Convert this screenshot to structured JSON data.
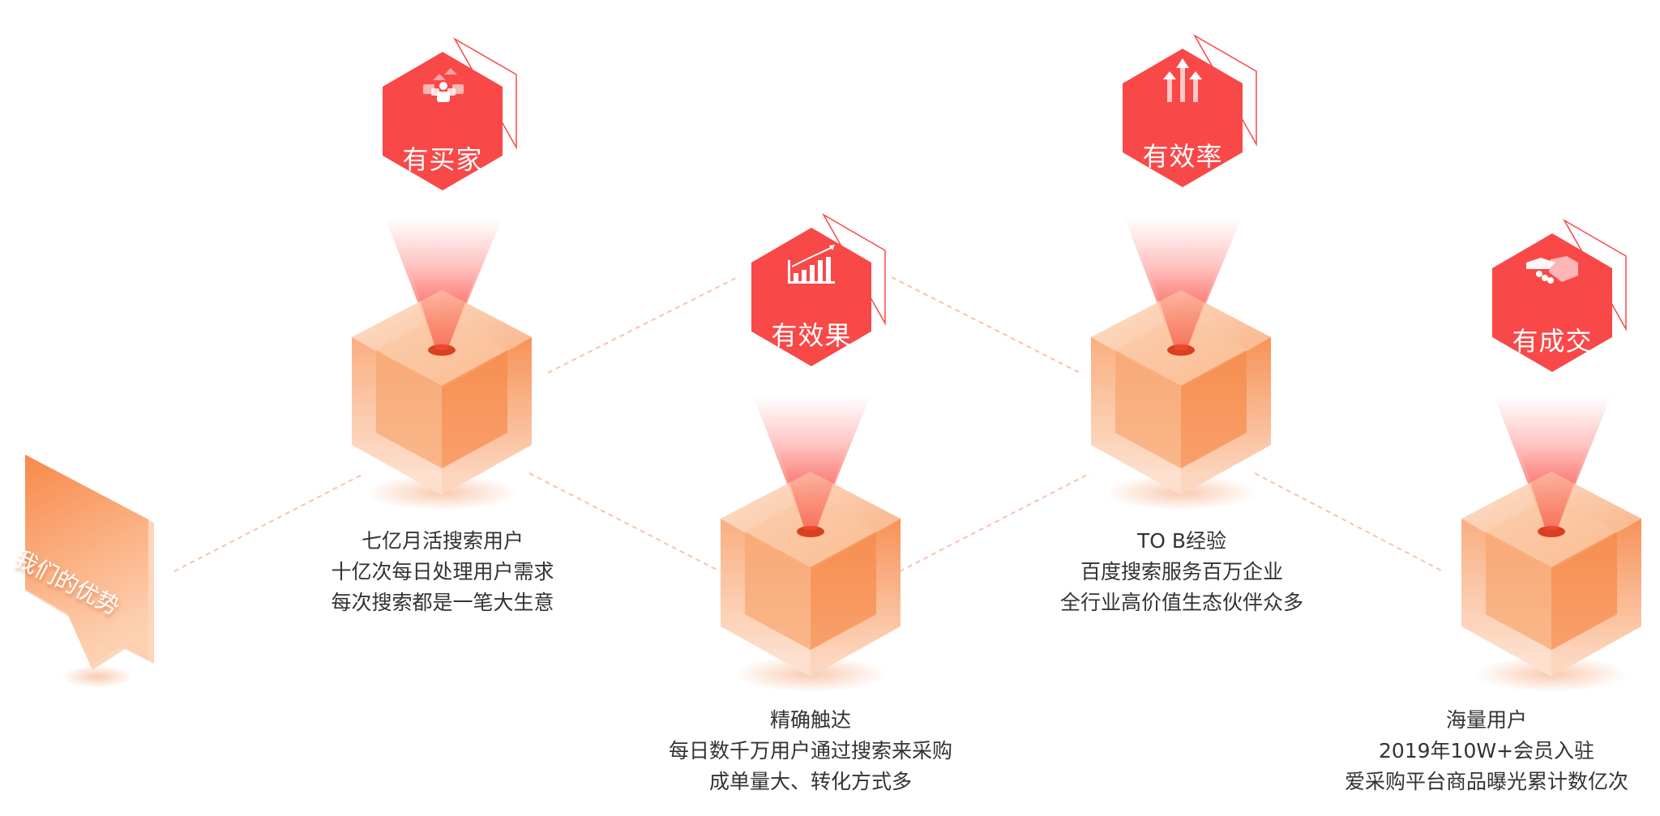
{
  "bubble": {
    "label": "我们的优势"
  },
  "nodes": [
    {
      "badge": "有买家",
      "icon": "users-up-icon",
      "lines": [
        "七亿月活搜索用户",
        "十亿次每日处理用户需求",
        "每次搜索都是一笔大生意"
      ]
    },
    {
      "badge": "有效果",
      "icon": "bar-chart-rising-icon",
      "lines": [
        "精确触达",
        "每日数千万用户通过搜索来采购",
        "成单量大、转化方式多"
      ]
    },
    {
      "badge": "有效率",
      "icon": "arrows-up-icon",
      "lines": [
        "TO B经验",
        "百度搜索服务百万企业",
        "全行业高价值生态伙伴众多"
      ]
    },
    {
      "badge": "有成交",
      "icon": "handshake-icon",
      "lines": [
        "海量用户",
        "2019年10W+会员入驻",
        "爱采购平台商品曝光累计数亿次"
      ]
    }
  ],
  "colors": {
    "badge_red": "#f94848",
    "cube_orange": "#f7894a",
    "text": "#333333",
    "dash": "#f9c3a8"
  }
}
